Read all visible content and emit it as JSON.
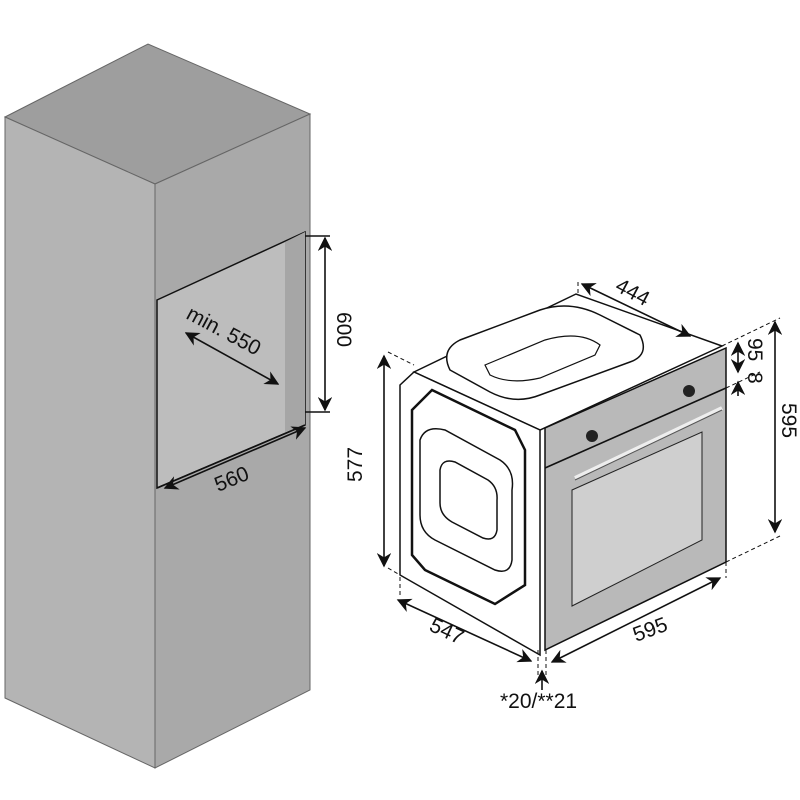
{
  "diagram": {
    "colors": {
      "cabinet_front": "#b3b3b3",
      "cabinet_side": "#a8a8a8",
      "cabinet_top": "#9e9e9e",
      "niche": "#bdbdbd",
      "oven_side": "#ffffff",
      "oven_front": "#b9b9b9",
      "glass": "#cfcfcf"
    },
    "cabinet": {
      "niche_depth": "min. 550",
      "niche_height": "600",
      "niche_width": "560"
    },
    "oven": {
      "top_depth": "444",
      "panel_height": "95",
      "panel_gap": "8",
      "front_height": "595",
      "side_height": "577",
      "depth": "547",
      "width": "595",
      "front_thickness": "*20/**21"
    }
  }
}
